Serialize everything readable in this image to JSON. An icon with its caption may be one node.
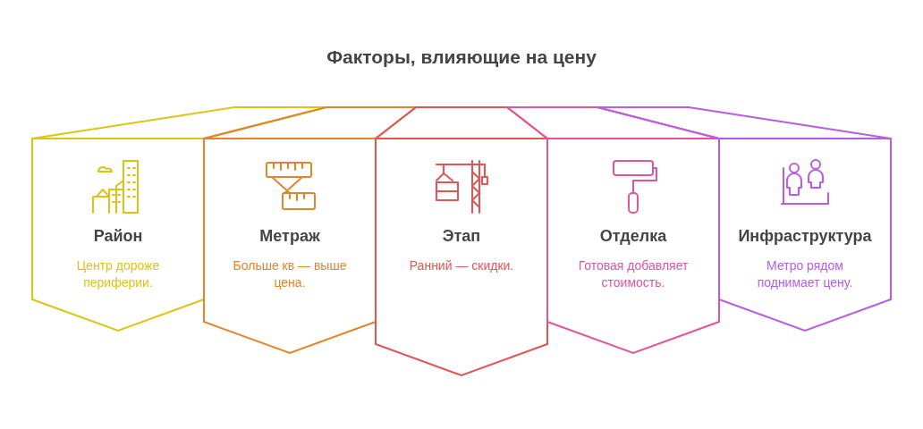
{
  "diagram": {
    "title": "Факторы, влияющие на цену",
    "nodes": [
      {
        "text": [
          "Район",
          "Центр дороже периферии."
        ]
      },
      {
        "text": [
          "Метраж",
          "Больше кв — выше цена."
        ]
      },
      {
        "text": [
          "Этап",
          "Ранний — скидки."
        ]
      },
      {
        "text": [
          "Отделка",
          "Готовая добавляет стоимость."
        ]
      },
      {
        "text": [
          "Инфраструктура",
          "Метро рядом поднимает цену."
        ]
      }
    ]
  }
}
